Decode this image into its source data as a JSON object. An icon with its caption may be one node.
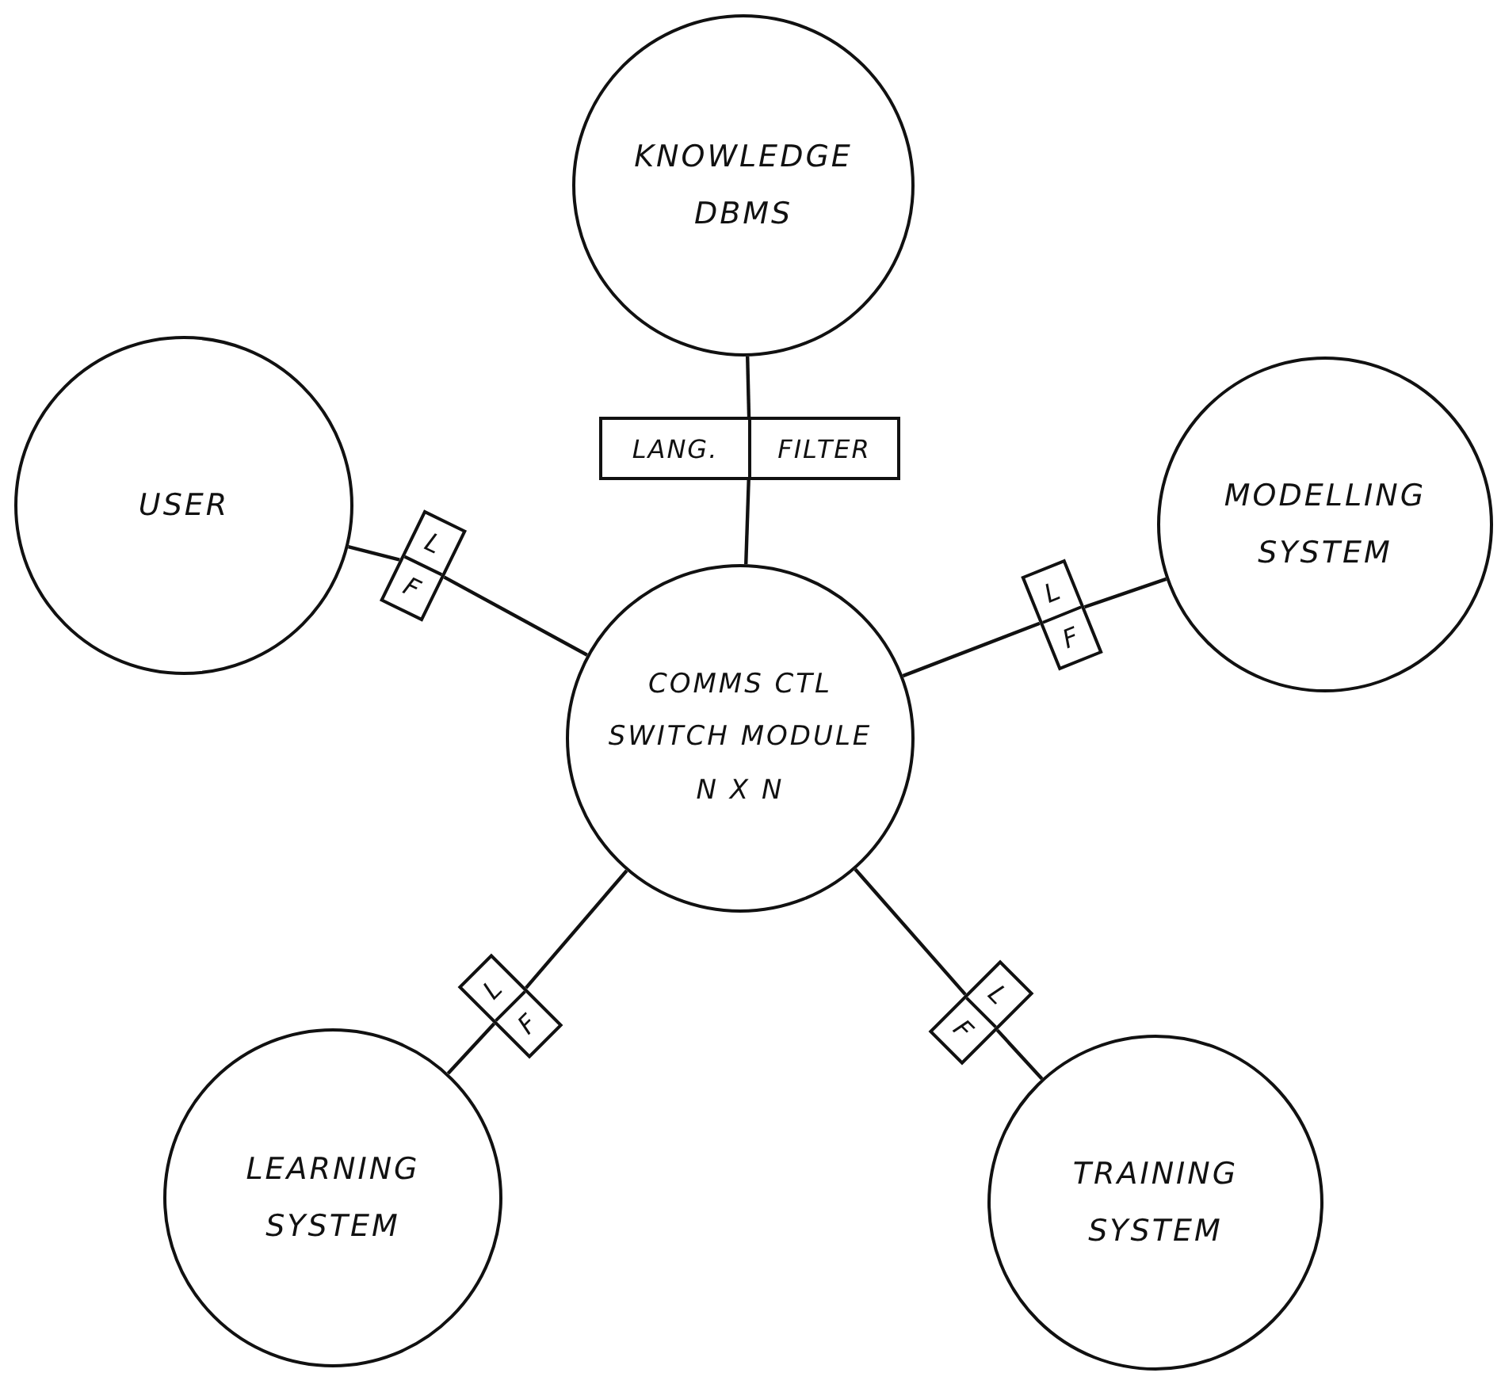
{
  "diagram": {
    "nodes": [
      {
        "text": [
          "KNOWLEDGE DBMS"
        ]
      },
      {
        "text": [
          "LANG.",
          "FILTER"
        ]
      },
      {
        "text": [
          "USER"
        ]
      },
      {
        "text": [
          "L",
          "F"
        ]
      },
      {
        "text": [
          "MODELLING SYSTEM"
        ]
      },
      {
        "text": [
          "L",
          "F"
        ]
      },
      {
        "text": [
          "COMMS CTL",
          "SWITCH MODULE",
          "N X N"
        ]
      },
      {
        "text": [
          "L",
          "F"
        ]
      },
      {
        "text": [
          "L",
          "F"
        ]
      },
      {
        "text": [
          "LEARNING SYSTEM"
        ]
      },
      {
        "text": [
          "TRAINING SYSTEM"
        ]
      }
    ],
    "edges": [
      {
        "from": 0,
        "to": 1,
        "arrow": "none"
      },
      {
        "from": 1,
        "to": 6,
        "arrow": "none"
      },
      {
        "from": 2,
        "to": 3,
        "arrow": "none"
      },
      {
        "from": 3,
        "to": 6,
        "arrow": "none"
      },
      {
        "from": 4,
        "to": 5,
        "arrow": "none"
      },
      {
        "from": 5,
        "to": 6,
        "arrow": "none"
      },
      {
        "from": 6,
        "to": 7,
        "arrow": "none"
      },
      {
        "from": 7,
        "to": 9,
        "arrow": "none"
      },
      {
        "from": 6,
        "to": 8,
        "arrow": "none"
      },
      {
        "from": 8,
        "to": 10,
        "arrow": "none"
      }
    ]
  }
}
